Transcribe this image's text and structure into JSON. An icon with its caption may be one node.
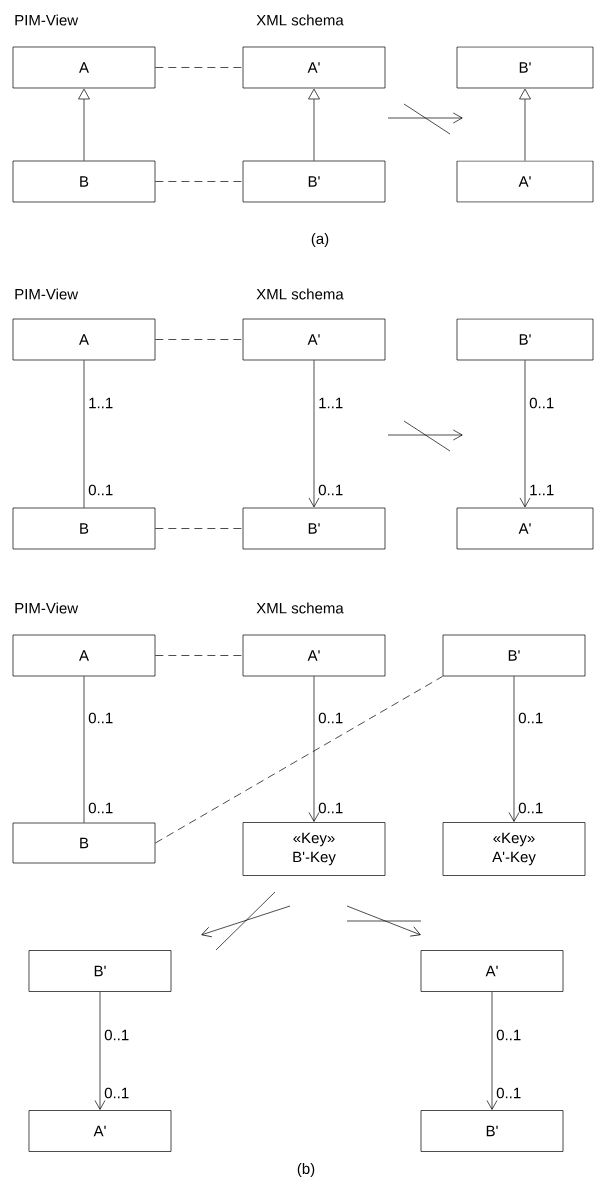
{
  "diagram": {
    "nodes": [
      {
        "text": [
          "A"
        ]
      },
      {
        "text": [
          "A'"
        ]
      },
      {
        "text": [
          "B'"
        ]
      },
      {
        "text": [
          "B"
        ]
      },
      {
        "text": [
          "B'"
        ]
      },
      {
        "text": [
          "A'"
        ]
      },
      {
        "text": [
          "A"
        ]
      },
      {
        "text": [
          "A'"
        ]
      },
      {
        "text": [
          "B'"
        ]
      },
      {
        "text": [
          "B"
        ]
      },
      {
        "text": [
          "B'"
        ]
      },
      {
        "text": [
          "A'"
        ]
      },
      {
        "text": [
          "A"
        ]
      },
      {
        "text": [
          "A'"
        ]
      },
      {
        "text": [
          "B'"
        ]
      },
      {
        "text": [
          "B"
        ]
      },
      {
        "text": [
          "«Key»",
          "B'-Key"
        ]
      },
      {
        "text": [
          "«Key»",
          "A'-Key"
        ]
      },
      {
        "text": [
          "B'"
        ]
      },
      {
        "text": [
          "A'"
        ]
      },
      {
        "text": [
          "A'"
        ]
      },
      {
        "text": [
          "B'"
        ]
      }
    ],
    "edges": [
      {
        "from": 0,
        "to": 1,
        "arrow": "none",
        "style": "dashed"
      },
      {
        "from": 3,
        "to": 4,
        "arrow": "none",
        "style": "dashed"
      },
      {
        "from": 3,
        "to": 0,
        "arrow": "to"
      },
      {
        "from": 4,
        "to": 1,
        "arrow": "to"
      },
      {
        "from": 5,
        "to": 2,
        "arrow": "to"
      },
      {
        "from": 6,
        "to": 7,
        "arrow": "none",
        "style": "dashed"
      },
      {
        "from": 9,
        "to": 10,
        "arrow": "none",
        "style": "dashed"
      },
      {
        "from": 6,
        "to": 9,
        "arrow": "none"
      },
      {
        "from": 7,
        "to": 10,
        "arrow": "to"
      },
      {
        "from": 8,
        "to": 11,
        "arrow": "to"
      },
      {
        "from": 12,
        "to": 13,
        "arrow": "none",
        "style": "dashed"
      },
      {
        "from": 15,
        "to": 14,
        "arrow": "none",
        "style": "dashed"
      },
      {
        "from": 12,
        "to": 15,
        "arrow": "none"
      },
      {
        "from": 13,
        "to": 16,
        "arrow": "to"
      },
      {
        "from": 14,
        "to": 17,
        "arrow": "to"
      },
      {
        "from": 18,
        "to": 20,
        "arrow": "to"
      },
      {
        "from": 19,
        "to": 21,
        "arrow": "to"
      }
    ],
    "labels": [
      "PIM-View",
      "XML schema",
      "(a)",
      "PIM-View",
      "XML schema",
      "1..1",
      "0..1",
      "1..1",
      "0..1",
      "0..1",
      "1..1",
      "PIM-View",
      "XML schema",
      "0..1",
      "0..1",
      "0..1",
      "0..1",
      "0..1",
      "0..1",
      "0..1",
      "0..1",
      "0..1",
      "0..1",
      "(b)"
    ]
  }
}
